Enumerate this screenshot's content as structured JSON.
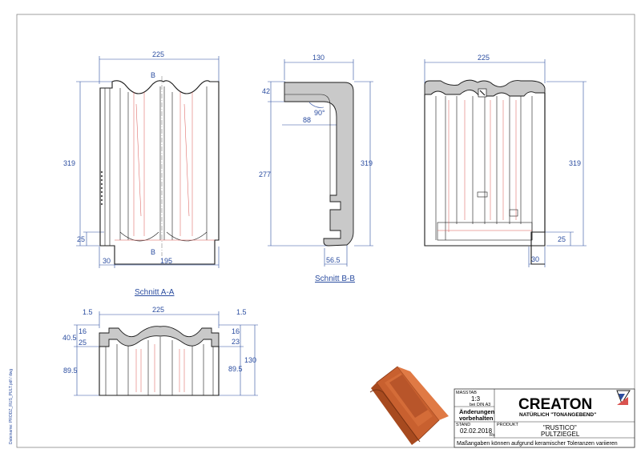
{
  "view_a": {
    "width_top": "225",
    "height": "319",
    "dim_left_small": "25",
    "dim_bottom_left": "30",
    "dim_bottom_main": "195",
    "section_top": "B",
    "section_bottom": "B"
  },
  "view_b": {
    "width_top": "130",
    "dim_42_top": "42",
    "dim_277": "277",
    "dim_319": "319",
    "angle": "90°",
    "dim_88": "88",
    "dim_42_mid": "42",
    "dim_56_5": "56.5",
    "label": "Schnitt B-B"
  },
  "view_c": {
    "width_top": "225",
    "height": "319",
    "dim_25": "25",
    "dim_30": "30"
  },
  "section_a": {
    "label": "Schnitt A-A",
    "width": "225",
    "left_1_5": "1.5",
    "right_1_5": "1.5",
    "left_16": "16",
    "right_16": "16",
    "left_40_5": "40.5",
    "left_25": "25",
    "left_23": "23",
    "right_23": "23",
    "left_89_5": "89.5",
    "right_89_5": "89.5",
    "right_130": "130"
  },
  "side_text": "Dateiname: PRODZ_RUS_PULT.pdf / dwg",
  "title_block": {
    "massstab_label": "MASSTAB",
    "massstab_value": "1:3",
    "massstab_note": "bei DIN A3",
    "changes_line1": "Änderungen",
    "changes_line2": "vorbehalten",
    "stand_label": "STAND",
    "stand_value": "02.02.2018",
    "stand_initials": "Rs",
    "produkt_label": "PRODUKT",
    "produkt_name": "\"RUSTICO\"",
    "produkt_type": "PULTZIEGEL",
    "brand": "CREATON",
    "brand_sub": "NATÜRLICH \"TONANGEBEND\"",
    "disclaimer": "Maßangaben können aufgrund keramischer Toleranzen variieren"
  },
  "colors": {
    "dimension": "#2b4da0",
    "outline": "#1a1a1a",
    "red_lines": "#d9534f",
    "hatch": "#c9c9c9",
    "tile": "#c8602f"
  }
}
